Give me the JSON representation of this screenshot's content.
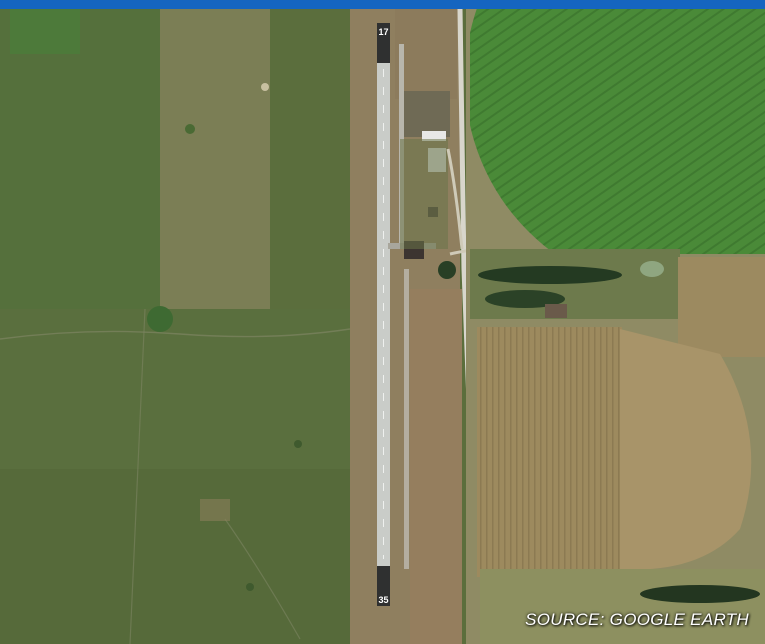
{
  "header": {
    "bar_color": "#1565c0"
  },
  "map": {
    "type": "aerial-satellite-imagery",
    "subject": "airstrip",
    "runway_marking_north": "17",
    "runway_marking_south": "35",
    "source_label": "SOURCE: GOOGLE EARTH"
  },
  "colors": {
    "grass": "#5b6e3c",
    "field_green": "#4f8a3a",
    "field_tan": "#9a8a5e",
    "runway": "#c9ccc8",
    "road": "#d8d6cc",
    "trees": "#243a22"
  }
}
